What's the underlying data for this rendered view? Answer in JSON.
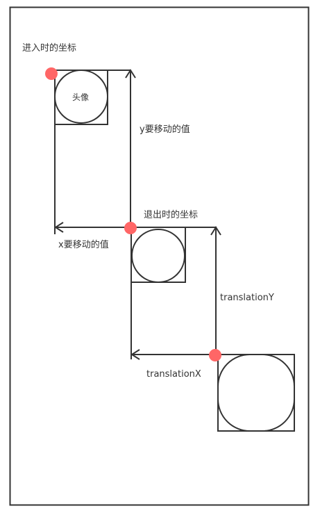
{
  "labels": {
    "enter_coord": "进入时的坐标",
    "avatar": "头像",
    "y_move": "y要移动的值",
    "exit_coord": "退出时的坐标",
    "x_move": "x要移动的值",
    "translation_y": "translationY",
    "translation_x": "translationX"
  },
  "colors": {
    "stroke": "#333333",
    "marker": "#ff6666",
    "text": "#333333",
    "background": "#ffffff"
  }
}
